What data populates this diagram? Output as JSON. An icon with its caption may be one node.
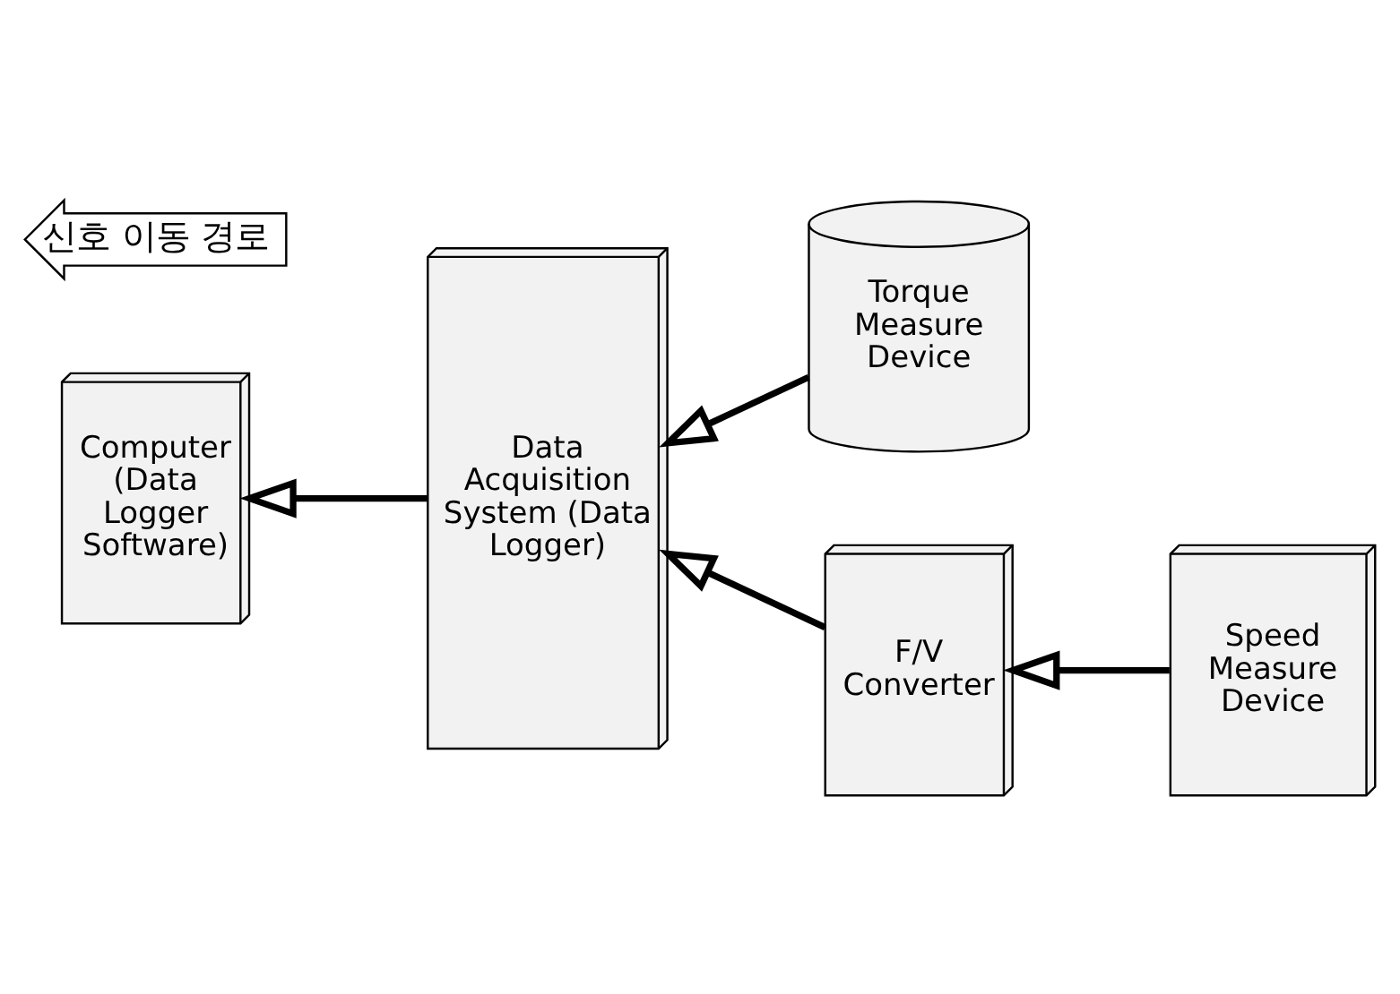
{
  "diagram": {
    "nodes": [
      {
        "text": [
          "Computer (Data Logger Software)"
        ]
      },
      {
        "text": [
          "Data Acquisition System (Data Logger)"
        ]
      },
      {
        "text": [
          "Torque Measure Device"
        ]
      },
      {
        "text": [
          "F/V Converter"
        ]
      },
      {
        "text": [
          "Speed Measure Device"
        ]
      }
    ],
    "edges": [
      {
        "from": 2,
        "to": 1,
        "arrow": "to"
      },
      {
        "from": 4,
        "to": 3,
        "arrow": "to"
      },
      {
        "from": 3,
        "to": 1,
        "arrow": "to"
      },
      {
        "from": 1,
        "to": 0,
        "arrow": "to"
      }
    ],
    "legend": [
      {
        "text": "신호 이동 경로"
      }
    ]
  }
}
